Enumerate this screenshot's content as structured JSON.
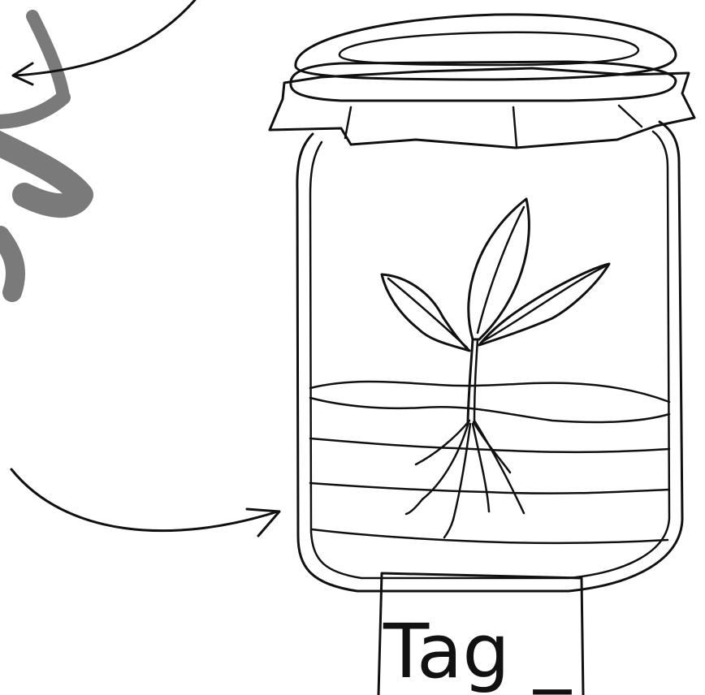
{
  "tag": {
    "label": "Tag _"
  },
  "colors": {
    "ink": "#111111",
    "sketch_gray": "#7a7a7a",
    "background": "#ffffff"
  },
  "icons": [
    "arrow-top",
    "arrow-bottom",
    "gray-sketch",
    "jar",
    "lid",
    "seedling",
    "roots",
    "soil-layers",
    "tag-card"
  ]
}
